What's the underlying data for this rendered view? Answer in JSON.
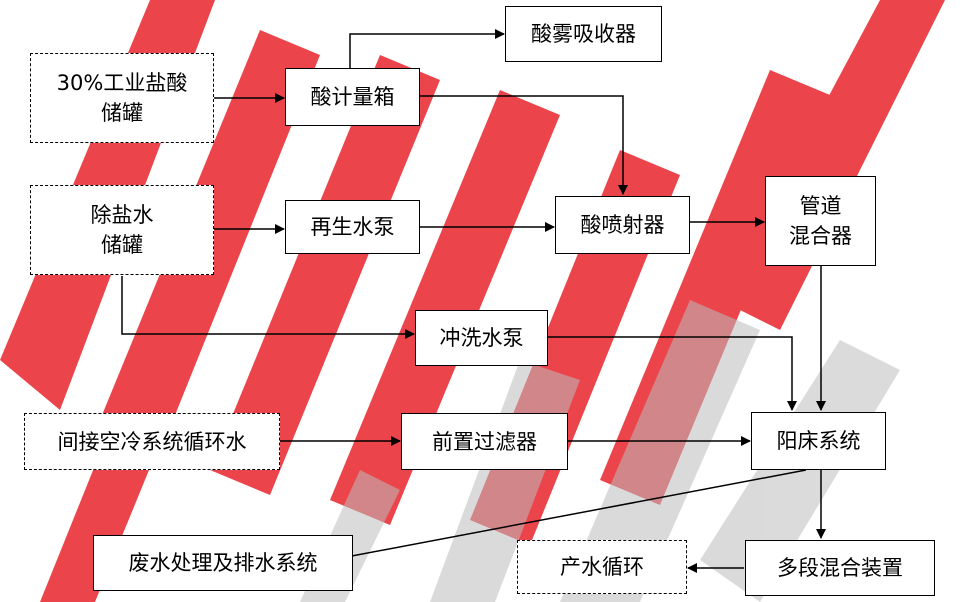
{
  "nodes": {
    "hcl_tank": {
      "line1": "30%工业盐酸",
      "line2": "储罐"
    },
    "acid_meter": {
      "label": "酸计量箱"
    },
    "mist_absorber": {
      "label": "酸雾吸收器"
    },
    "demin_tank": {
      "line1": "除盐水",
      "line2": "储罐"
    },
    "regen_pump": {
      "label": "再生水泵"
    },
    "acid_ejector": {
      "label": "酸喷射器"
    },
    "pipe_mixer": {
      "line1": "管道",
      "line2": "混合器"
    },
    "flush_pump": {
      "label": "冲洗水泵"
    },
    "cooling_water": {
      "label": "间接空冷系统循环水"
    },
    "pre_filter": {
      "label": "前置过滤器"
    },
    "cation_bed": {
      "label": "阳床系统"
    },
    "waste_system": {
      "label": "废水处理及排水系统"
    },
    "water_cycle": {
      "label": "产水循环"
    },
    "multi_mixer": {
      "label": "多段混合装置"
    }
  },
  "colors": {
    "line": "#000000",
    "watermark_red": "#e8242b",
    "watermark_gray": "#bdbdbd"
  }
}
